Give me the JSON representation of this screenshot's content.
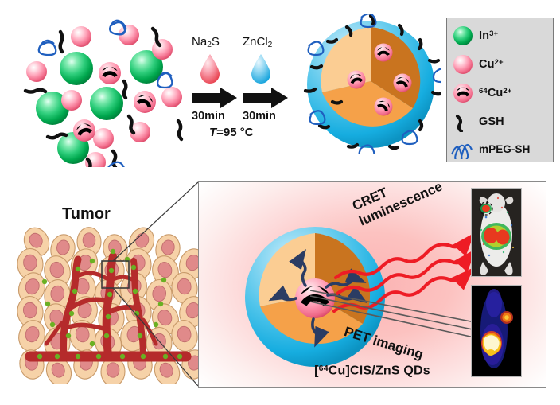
{
  "figure": {
    "title": "Synthesis and dual-modality imaging scheme of [64Cu]CIS/ZnS quantum dots",
    "domain": "scientific-schematic"
  },
  "legend": {
    "items": [
      {
        "icon": "green-sphere-icon",
        "label_html": "In",
        "sup": "3+",
        "pre": "",
        "color": "#2fce7c"
      },
      {
        "icon": "pink-sphere-icon",
        "label_html": "Cu",
        "sup": "2+",
        "pre": "",
        "color": "#ffa8bd"
      },
      {
        "icon": "radioactive-sphere-icon",
        "label_html": "Cu",
        "sup": "2+",
        "pre": "64",
        "color": "#ff95ae"
      },
      {
        "icon": "gsh-squiggle-icon",
        "label_html": "GSH",
        "sup": "",
        "pre": "",
        "color": "#111111"
      },
      {
        "icon": "mpeg-coil-icon",
        "label_html": "mPEG-SH",
        "sup": "",
        "pre": "",
        "color": "#1f5fbf"
      }
    ]
  },
  "reaction": {
    "reagent1": {
      "formula": "Na",
      "sub": "2",
      "tail": "S",
      "drop_color": "#f2627a"
    },
    "reagent2": {
      "formula": "ZnCl",
      "sub": "2",
      "tail": "",
      "drop_color": "#35b4e8"
    },
    "step1_time": "30min",
    "step2_time": "30min",
    "temperature_prefix": "T",
    "temperature_value": "=95 °C"
  },
  "inset": {
    "caption_pre": "[",
    "caption_sup": "64",
    "caption_post": "Cu]CIS/ZnS QDs",
    "cret_line1": "CRET",
    "cret_line2": "luminescence",
    "pet_label": "PET imaging",
    "cret_color": "#ee1c25",
    "pet_arrow_color": "#5a5a5a"
  },
  "tumor": {
    "title": "Tumor",
    "cell_color": "#f6d2a8",
    "nucleus_color": "#e08a8a",
    "vessel_color": "#b52b2b",
    "nanoparticle_color": "#6ab023"
  },
  "imaging": {
    "luminescence_panel": {
      "name": "optical-luminescence-mouse-image",
      "tumor_marker": "dashed-circle"
    },
    "pet_panel": {
      "name": "pet-scan-mouse-image"
    }
  },
  "colors": {
    "zns_shell": "#4cc3ea",
    "cis_core": "#f5a149",
    "cis_core_dark": "#c9741f",
    "cis_core_light": "#fbcd93",
    "legend_bg": "#d9d9d9",
    "legend_border": "#7a7a7a",
    "inset_border": "#8a8a8a"
  }
}
